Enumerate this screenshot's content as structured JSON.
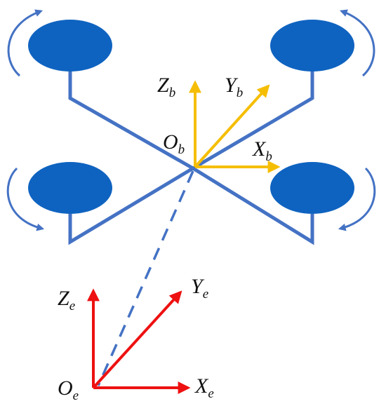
{
  "colors": {
    "frame": "#4472C4",
    "rotor": "#0F63C0",
    "body_axes": "#F5BE05",
    "earth_axes": "#EE1111",
    "text": "#111111"
  },
  "body_frame": {
    "origin": {
      "main": "O",
      "sub": "b"
    },
    "x_axis": {
      "main": "X",
      "sub": "b"
    },
    "y_axis": {
      "main": "Y",
      "sub": "b"
    },
    "z_axis": {
      "main": "Z",
      "sub": "b"
    }
  },
  "earth_frame": {
    "origin": {
      "main": "O",
      "sub": "e"
    },
    "x_axis": {
      "main": "X",
      "sub": "e"
    },
    "y_axis": {
      "main": "Y",
      "sub": "e"
    },
    "z_axis": {
      "main": "Z",
      "sub": "e"
    }
  },
  "icons": {
    "rotation_arrows": "curved-arrow-icon",
    "rotors": "ellipse-rotor"
  }
}
